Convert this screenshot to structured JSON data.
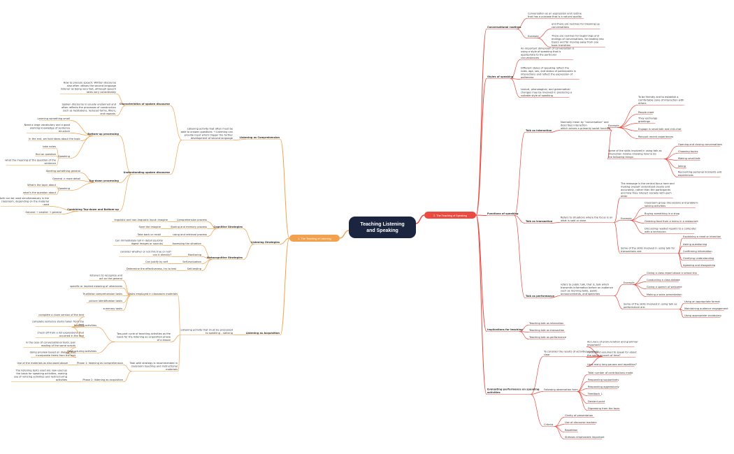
{
  "colors": {
    "left": "#f2a24e",
    "right": "#ea4a3f",
    "center": "#1b2540",
    "text": "#333333"
  },
  "center": {
    "line1": "Teaching Listening",
    "line2": "and Speaking"
  },
  "branches": {
    "left": "1. The Teaching of Listening",
    "right": "2. The Teaching of Speaking"
  },
  "left_sub": {
    "comprehension": "Listening as Comprehension",
    "strategies": "Listening Strategies",
    "acquisition": "Listening as Acquisition"
  },
  "left_nodes": {
    "comp_desc": [
      "Listening activity that often must be",
      "able to answer questions → Listening can",
      "provide input which trigger the further",
      "development of second language"
    ],
    "characteristics": "Characteristics of spoken discourse",
    "char1": [
      "How to process speech: Written discourse",
      "also often utilises the second language",
      "listener as being very fast, although speech",
      "rates vary considerably"
    ],
    "char2": [
      "Spoken discourse is usually unplanned and",
      "often reflects the processes of construction",
      "such as hesitations, reduced forms, fillers,",
      "and repeats."
    ],
    "understanding": "Understanding spoken discourse",
    "bottom_up": "Bottom-up processing",
    "bu1": "Learning something small",
    "bu2": [
      "Need a large vocabulary and a good",
      "working knowledge of sentence",
      "structure"
    ],
    "bu3": "In the end, we hold ideas about the topic",
    "speaking": "Speaking",
    "sp1": "take notes",
    "sp2": "find an question",
    "sp3": [
      "what the meaning of the question of the",
      "sentence"
    ],
    "top_down": "Top-down processing",
    "td1": "Starting something general",
    "td2": "General ⇒ more detail",
    "speaking2": "Speaking",
    "td3": "What's the topic about",
    "td4": "what's the question about",
    "combining": "Combining Top-down and Bottom-up",
    "cb1": [
      "Both can be used simultaneously in the",
      "classroom, depending on the material",
      "used"
    ],
    "cb2": "General → smaller → general",
    "cognitive": "Cognitive Strategies",
    "cog1": "Comprehension process",
    "cog1a": "linguistic and non-linguistic input: imagine",
    "cog2": "Storing and memory process",
    "cog2a": "Save the imagine",
    "cog3": "using and retrieval process",
    "cog3a": "Take back or recall",
    "meta": "Metacognitive Strategies",
    "met1": "Assessing the situation",
    "met1a": [
      "Can immediately tell in detail (quickly",
      "digest images or sounds)"
    ],
    "met2": "Monitoring",
    "met2a": [
      "consider whether or not this true or not?",
      "can it directly?"
    ],
    "met3": "Self-evaluation",
    "met3a": "Can justify by self",
    "met4": "Self-testing",
    "met4a": "Determine the effectiveness, try to test",
    "acq_desc": [
      "Listening activity that must be processed",
      "to speaking - noticing"
    ],
    "tasks": "Tasks employed in classroom materials",
    "task1": [
      "listeners to recognize and",
      "act on the general"
    ],
    "task2": "specific or implied meaning of utterances",
    "task3": "True/false comprehension tasks",
    "task4": "picture identification tasks",
    "task5": "summary tasks",
    "two_part": [
      "Two-part cycle of teaching activities as the",
      "basis for the listening as acquisition phase",
      "of a lesson"
    ],
    "noticing": "Noticing activities",
    "not1": "complete a cloze version of the text",
    "not2": [
      "complete sentence stems taken from the",
      "text"
    ],
    "not3": [
      "check off from a list expressions that",
      "occurred in the text"
    ],
    "restructuring": "Restructuring activities",
    "res1": [
      "in the case of conversational texts, pair",
      "reading of the same scripts"
    ],
    "res2": [
      "doing preview based on dialogs that",
      "incorporate items from the text"
    ],
    "tpn": [
      "Task with strategy is recommended in",
      "classroom teaching and instructional",
      "materials"
    ],
    "phase1": "Phase 1: listening as comprehension",
    "phase1a": "Use of the materials as discussed above",
    "phase2": "Phase 2: listening as acquisition",
    "phase2a": [
      "The listening texts used are now used as",
      "the basis for speaking activities, making",
      "use of noticing activities and restructuring",
      "activities"
    ]
  },
  "right_sub": {
    "routines": "Conversational routines",
    "styles": "Styles of speaking",
    "functions": "Functions of speaking",
    "implications": "Implications for teaching",
    "evaluating": [
      "Evaluating performance on speaking",
      "activities"
    ]
  },
  "right_nodes": {
    "rt1": [
      "Conversation as an expression and routine",
      "that has a purpose that is a natural quality"
    ],
    "rt_example": "Example",
    "rt2": [
      "and there are routines for breaking up",
      "conversations"
    ],
    "rt3": [
      "There are routines for beginnings and",
      "endings of conversations, for leading into",
      "topics and for moving away from one",
      "topic transition"
    ],
    "st1": [
      "An important dimension of conversation is",
      "using a style of speaking that is",
      "appropriate to the particular",
      "circumstances"
    ],
    "st2": [
      "Different styles of speaking reflect the",
      "roles, age, sex, and status of participants in",
      "interactions and reflect the expression of",
      "politeness"
    ],
    "st3": [
      "Lexical, phonological, and grammatical",
      "changes may be involved in producing a",
      "suitable style of speaking"
    ],
    "interaction": "Talk as interaction",
    "int_desc": [
      "Normally mean by \"conversation\" and",
      "describes interaction",
      "which serves a primarily social function"
    ],
    "int_example": "Example",
    "int_e0": [
      "To be friendly and to establish a",
      "comfortable zone of interaction with",
      "others"
    ],
    "int_e1": "People meet",
    "int_e2": [
      "They exchange",
      "greetings"
    ],
    "int_e3": "Engage in small talk and chit-chat",
    "int_e4": "Recount recent experiences",
    "int_skills": [
      "Some of the skills involved in using talk as",
      "interaction involve knowing how to do",
      "the following things:"
    ],
    "int_s1": "Opening and closing conversations",
    "int_s2": "Choosing topics",
    "int_s3": "Making small-talk",
    "int_s4": "Joking",
    "int_s5": [
      "Recounting personal incidents and",
      "experiences"
    ],
    "transaction": "Talk as transaction",
    "tr_desc": [
      "Refers to situations where the focus is on",
      "what is said or done"
    ],
    "tr_msg": [
      "The message is the central focus here and",
      "making oneself understood clearly and",
      "accurately, rather than the participants",
      "and how they interact socially with each",
      "other"
    ],
    "tr_example": "Example",
    "tr_e1": [
      "Classroom group discussions and problem-",
      "solving activities"
    ],
    "tr_e2": "Buying something in a shop",
    "tr_e3": "Ordering food from a menu in a restaurant",
    "tr_e4": [
      "Discussing needed repairs to a computer",
      "with a technician"
    ],
    "tr_skills": [
      "Some of the skills involved in using talk for",
      "transactions are:"
    ],
    "tr_s1": "Explaining a need or intention",
    "tr_s2": "Asking questioning",
    "tr_s3": "Confirming information",
    "tr_s4": "Clarifying understanding",
    "tr_s5": "Agreeing and disagreeing",
    "performance": "Talk as performance",
    "pf_desc": [
      "refers to public talk, that is, talk which",
      "transmits information before an audience",
      "such as morning talks, public",
      "announcements, and speeches"
    ],
    "pf_example": "Example",
    "pf_e1": "Giving a class report about a school trip",
    "pf_e2": "Conducting a class debate",
    "pf_e3": "Giving a speech of welcome",
    "pf_e4": "Making a sales presentation",
    "pf_skills": [
      "Some of the skills involved in using talk as",
      "performance are:"
    ],
    "pf_s1": "Using an appropriate format",
    "pf_s2": "Maintaining audience engagement",
    "pf_s3": "Using appropriate vocabulary",
    "im1": "Teaching talk as interaction",
    "im2": "Teaching talk as transaction",
    "im3": "Teaching talk as performance",
    "ev_desc": [
      "To consider the results of activities involves",
      "clear"
    ],
    "ev1": [
      "Accuracy of pronunciation and grammar",
      "important?"
    ],
    "ev2": [
      "Participant assumed to speak for about",
      "the same amount of time?"
    ],
    "ev3": "Uses many long pauses and repetition?",
    "obs": "Following observation form",
    "obs1": "Total number of contributions made",
    "obs2": "Responding supportively",
    "obs3": "Responding aggressively",
    "obs4": "Feedback ↓",
    "obs5": "Deviant point",
    "obs6": "Digressing from the topic",
    "criteria": "Criteria",
    "cr1": "Clarity of presentation",
    "cr2": "Use of discourse markers",
    "cr3": "Repetition",
    "cr4": "Stresses emphasizes important"
  }
}
